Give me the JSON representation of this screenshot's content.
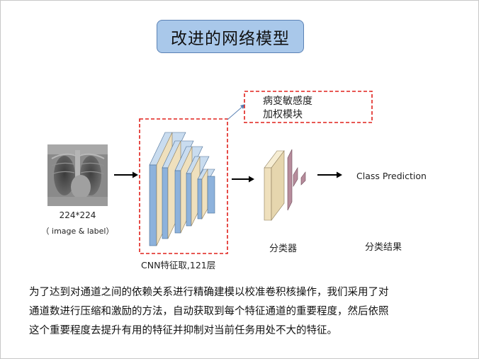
{
  "slide": {
    "title": "改进的网络模型",
    "input": {
      "size_label": "224*224",
      "desc_label": "（ image & label）"
    },
    "callout": {
      "line1": "病变敏感度",
      "line2": "加权模块"
    },
    "cnn_label": "CNN特征取,121层",
    "classifier_label": "分类器",
    "output_text": "Class Prediction",
    "result_label": "分类结果",
    "description": [
      "为了达到对通道之间的依赖关系进行精确建模以校准卷积核操作，我们采用了对",
      "通道数进行压缩和激励的方法，自动获取到每个特征通道的重要程度，然后依照",
      "这个重要程度去提升有用的特征并抑制对当前任务用处不大的特征。"
    ]
  },
  "colors": {
    "title_bg": "#a9c8ea",
    "dashed_border": "#e0201b",
    "layer_blue": "#8db2dc",
    "layer_tan": "#efe0bd",
    "classifier_mauve": "#b78c9c"
  }
}
